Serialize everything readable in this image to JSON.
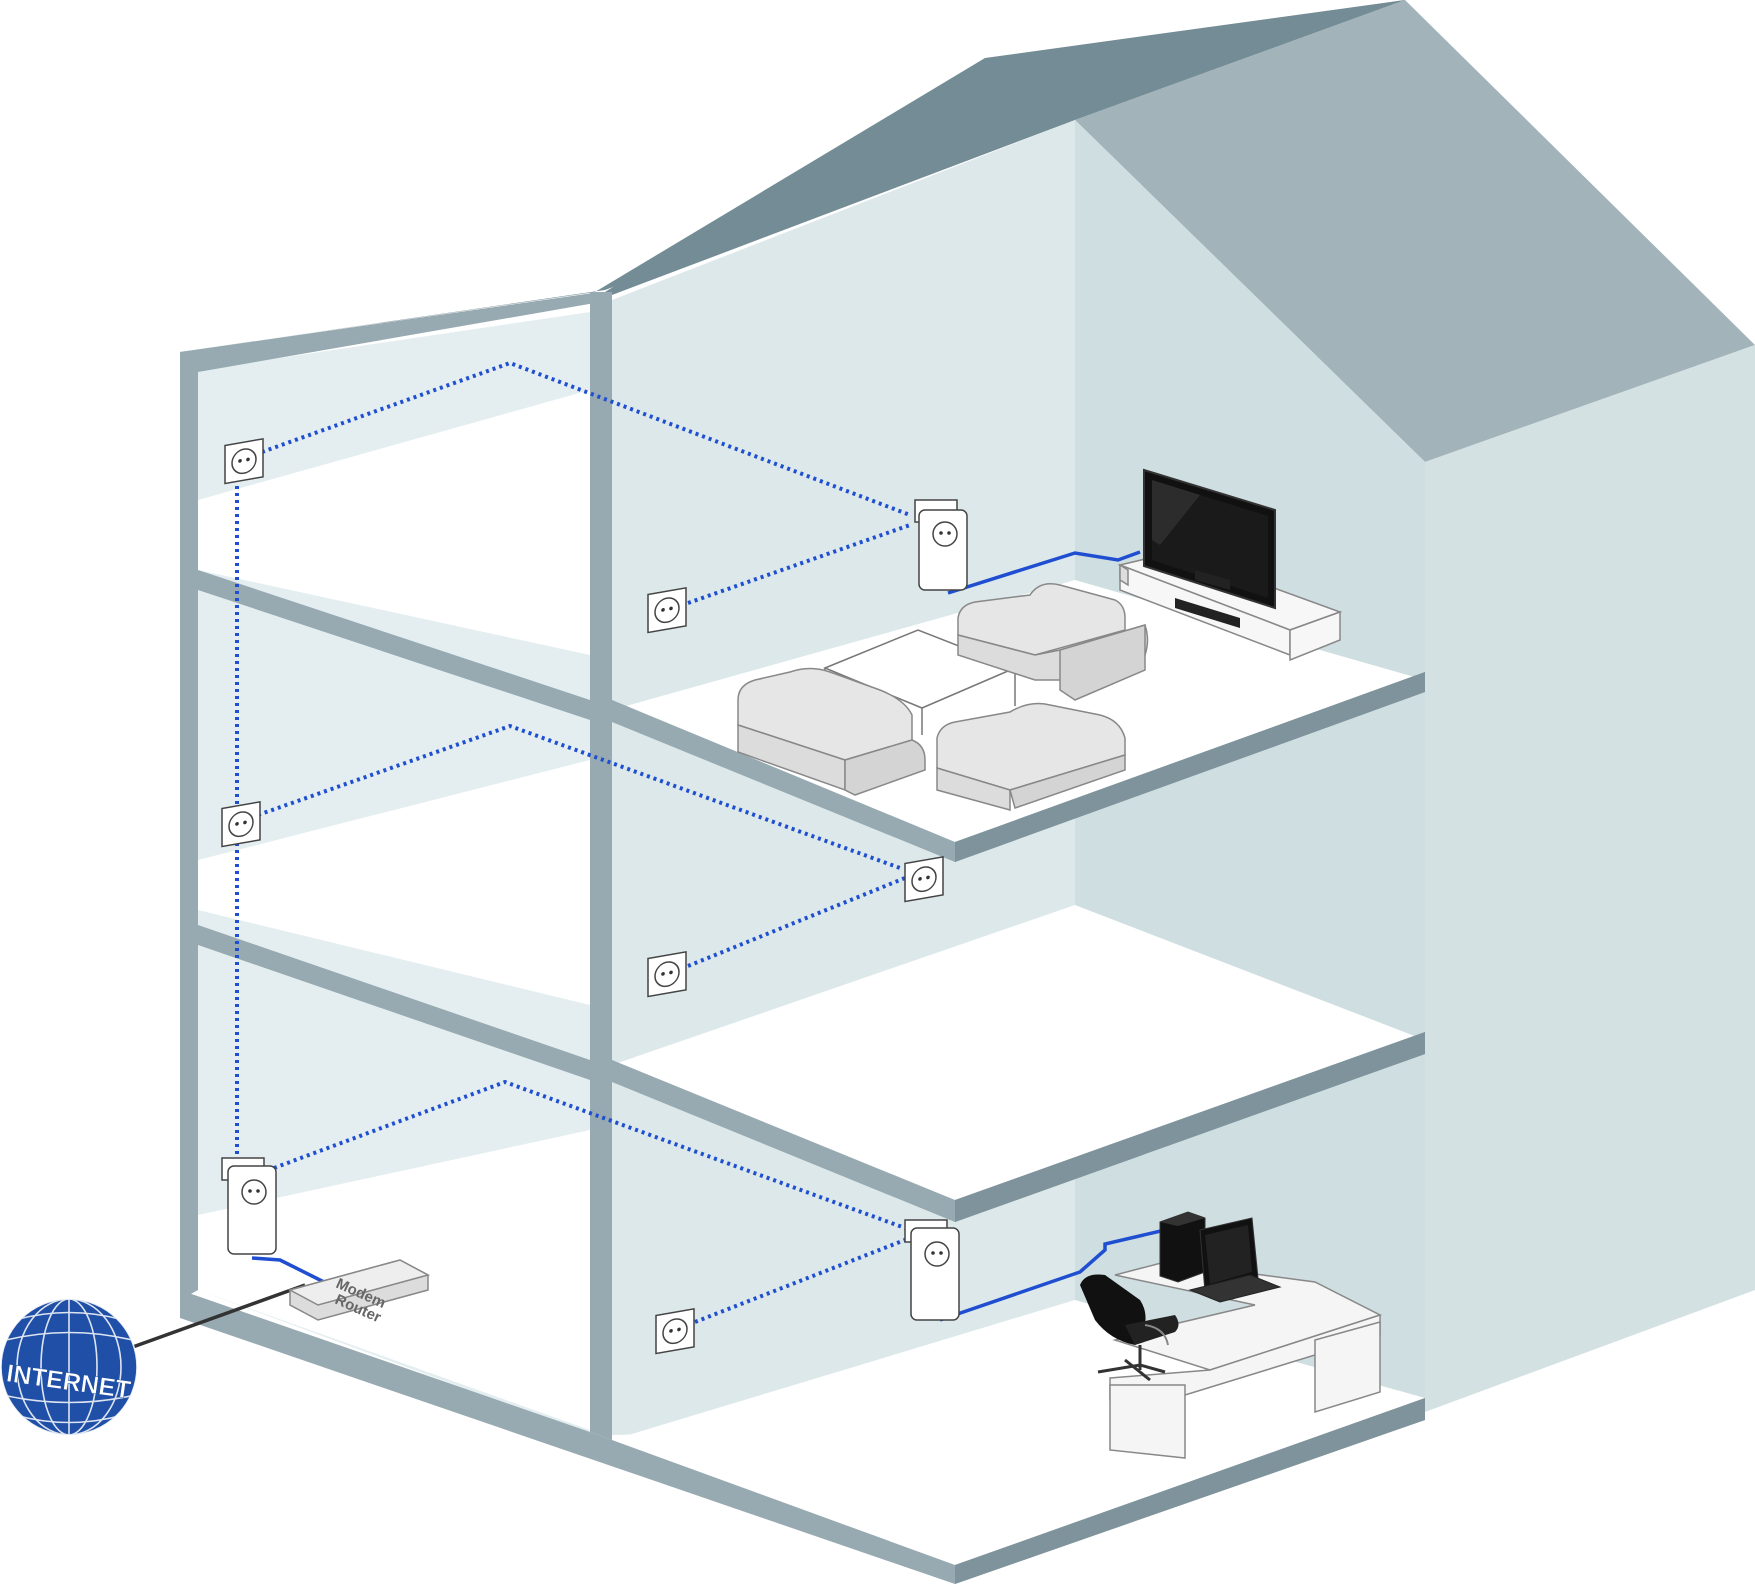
{
  "internet": {
    "label": "INTERNET"
  },
  "modem_router": {
    "line1": "Modem",
    "line2": "Router"
  },
  "colors": {
    "roof_front": "#748c95",
    "roof_side": "#a2b4ba",
    "wall": "#97aab1",
    "interior_side": "#d4e1e3",
    "interior_front": "#e8f0f1",
    "floor_edge": "#8a9ea6",
    "powerline": "#1f4fd0",
    "globe": "#1f4fa6"
  },
  "icons": [
    "powerline-adapter-icon",
    "wall-outlet-icon",
    "tv-icon",
    "computer-icon",
    "sofa-icon",
    "chair-icon"
  ]
}
